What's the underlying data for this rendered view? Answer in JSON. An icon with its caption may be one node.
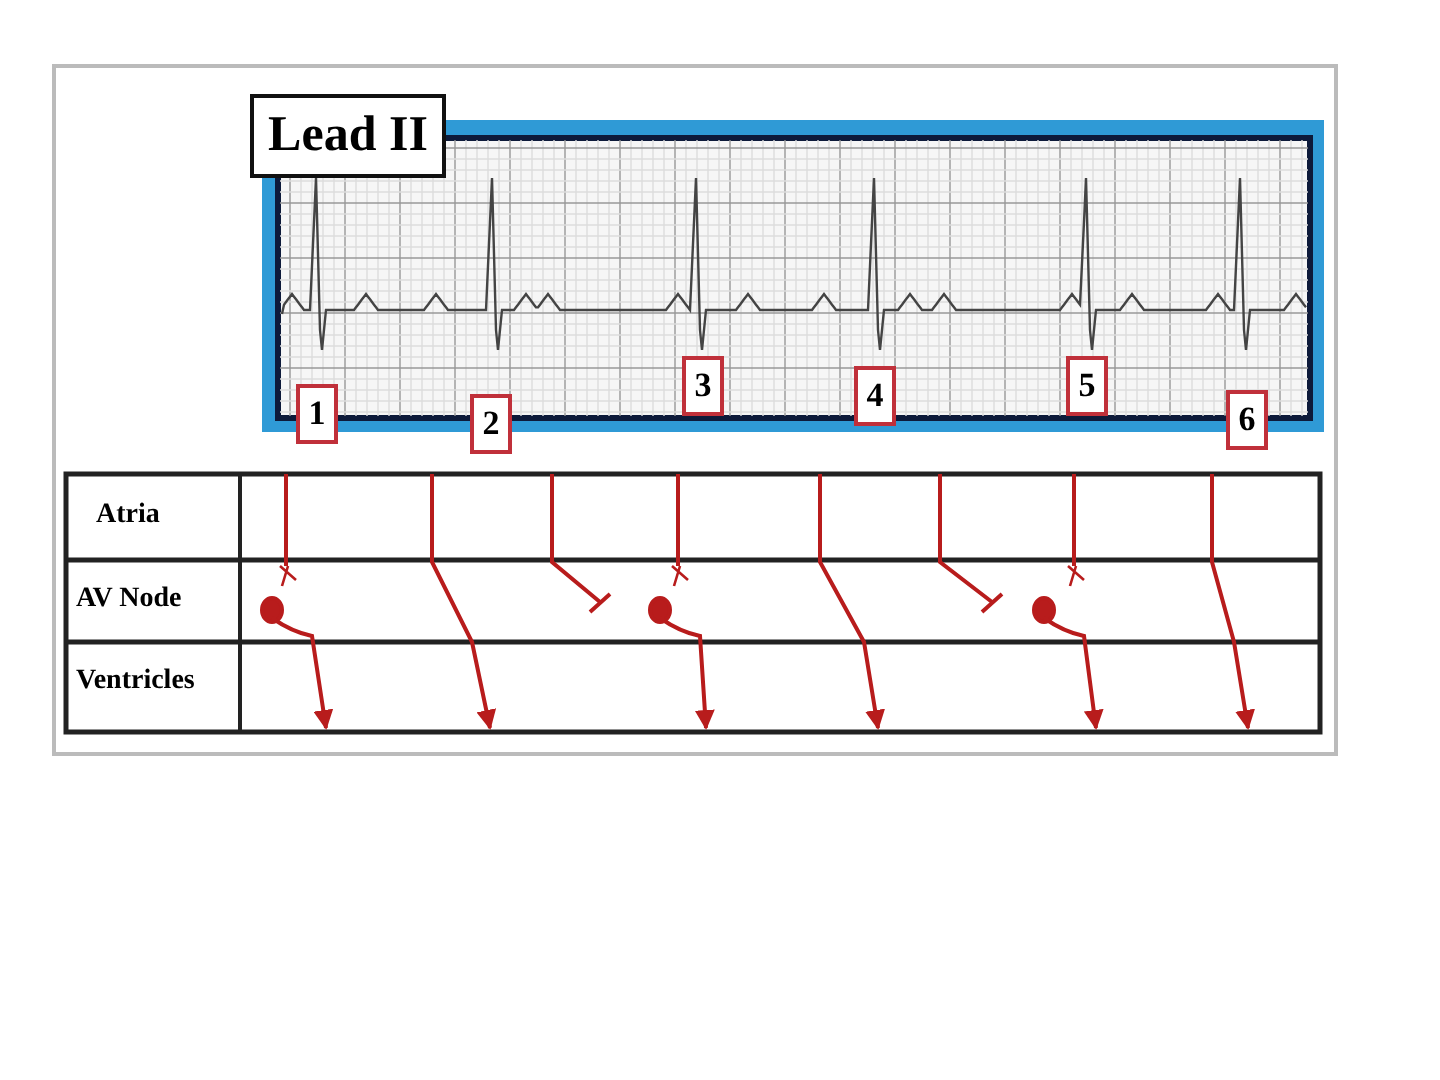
{
  "diagram": {
    "nodes": [
      {
        "text": [
          "Lead II"
        ]
      },
      {
        "text": [
          "1"
        ]
      },
      {
        "text": [
          "2"
        ]
      },
      {
        "text": [
          "3"
        ]
      },
      {
        "text": [
          "4"
        ]
      },
      {
        "text": [
          "5"
        ]
      },
      {
        "text": [
          "6"
        ]
      }
    ],
    "labels": [
      "Atria",
      "AV Node",
      "Ventricles"
    ]
  }
}
